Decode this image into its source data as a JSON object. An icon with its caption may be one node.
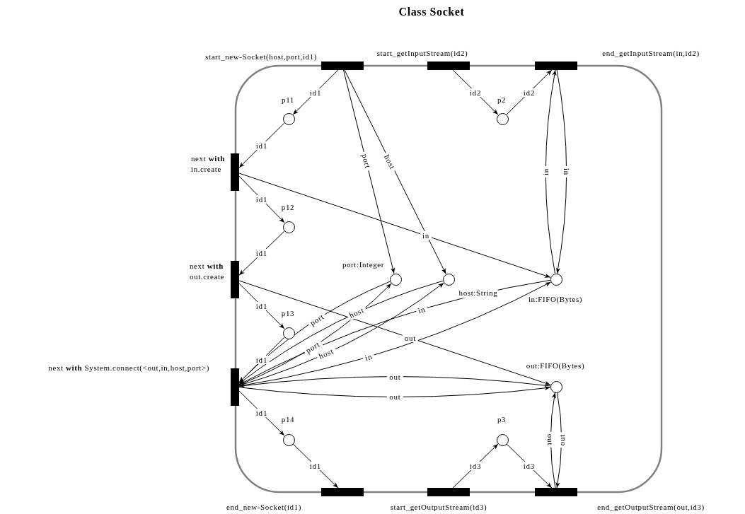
{
  "diagram": {
    "title": "Class Socket",
    "nodes": [
      {
        "text": [],
        "shape": "bar",
        "beside": [
          "start_new-Socket(host,port,id1)"
        ]
      },
      {
        "text": [],
        "shape": "bar",
        "beside": [
          "start_getInputStream(id2)"
        ]
      },
      {
        "text": [],
        "shape": "bar",
        "beside": [
          "end_getInputStream(in,id2)"
        ]
      },
      {
        "text": [],
        "shape": "circle",
        "beside": [
          "p11"
        ]
      },
      {
        "text": [],
        "shape": "circle",
        "beside": [
          "p2"
        ]
      },
      {
        "text": [],
        "shape": "bar",
        "beside": [
          "next **with** in.create"
        ]
      },
      {
        "text": [],
        "shape": "circle",
        "beside": [
          "p12"
        ]
      },
      {
        "text": [],
        "shape": "bar",
        "beside": [
          "next **with** out.create"
        ]
      },
      {
        "text": [],
        "shape": "circle",
        "beside": [
          "port:Integer"
        ]
      },
      {
        "text": [],
        "shape": "circle",
        "beside": [
          "host:String"
        ]
      },
      {
        "text": [],
        "shape": "circle",
        "beside": [
          "in:FIFO(Bytes)"
        ]
      },
      {
        "text": [],
        "shape": "circle",
        "beside": [
          "p13"
        ]
      },
      {
        "text": [],
        "shape": "bar",
        "beside": [
          "next **with** System.connect(<out,in,host,port>)"
        ]
      },
      {
        "text": [],
        "shape": "circle",
        "beside": [
          "out:FIFO(Bytes)"
        ]
      },
      {
        "text": [],
        "shape": "circle",
        "beside": [
          "p14"
        ]
      },
      {
        "text": [],
        "shape": "circle",
        "beside": [
          "p3"
        ]
      },
      {
        "text": [],
        "shape": "bar",
        "beside": [
          "end_new-Socket(id1)"
        ]
      },
      {
        "text": [],
        "shape": "bar",
        "beside": [
          "start_getOutputStream(id3)"
        ]
      },
      {
        "text": [],
        "shape": "bar",
        "beside": [
          "end_getOutputStream(out,id3)"
        ]
      }
    ],
    "edges": [
      {
        "from": 0,
        "to": 3,
        "arrow": "to",
        "label": "id1"
      },
      {
        "from": 3,
        "to": 5,
        "arrow": "to",
        "label": "id1"
      },
      {
        "from": 5,
        "to": 6,
        "arrow": "to",
        "label": "id1"
      },
      {
        "from": 6,
        "to": 7,
        "arrow": "to",
        "label": "id1"
      },
      {
        "from": 7,
        "to": 11,
        "arrow": "to",
        "label": "id1"
      },
      {
        "from": 11,
        "to": 12,
        "arrow": "to",
        "label": "id1"
      },
      {
        "from": 12,
        "to": 14,
        "arrow": "to",
        "label": "id1"
      },
      {
        "from": 14,
        "to": 16,
        "arrow": "to",
        "label": "id1"
      },
      {
        "from": 0,
        "to": 8,
        "arrow": "to",
        "label": "port"
      },
      {
        "from": 0,
        "to": 9,
        "arrow": "to",
        "label": "host"
      },
      {
        "from": 1,
        "to": 4,
        "arrow": "to",
        "label": "id2"
      },
      {
        "from": 4,
        "to": 2,
        "arrow": "to",
        "label": "id2"
      },
      {
        "from": 2,
        "to": 10,
        "arrow": "to",
        "label": "in"
      },
      {
        "from": 10,
        "to": 2,
        "arrow": "to",
        "label": "in"
      },
      {
        "from": 5,
        "to": 10,
        "arrow": "to",
        "label": "in"
      },
      {
        "from": 7,
        "to": 13,
        "arrow": "to",
        "label": "out"
      },
      {
        "from": 12,
        "to": 8,
        "arrow": "to",
        "label": "port"
      },
      {
        "from": 8,
        "to": 12,
        "arrow": "to",
        "label": "port"
      },
      {
        "from": 12,
        "to": 9,
        "arrow": "to",
        "label": "host"
      },
      {
        "from": 9,
        "to": 12,
        "arrow": "to",
        "label": "host"
      },
      {
        "from": 12,
        "to": 10,
        "arrow": "to",
        "label": "in"
      },
      {
        "from": 10,
        "to": 12,
        "arrow": "to",
        "label": "in"
      },
      {
        "from": 12,
        "to": 13,
        "arrow": "to",
        "label": "out"
      },
      {
        "from": 13,
        "to": 12,
        "arrow": "to",
        "label": "out"
      },
      {
        "from": 17,
        "to": 15,
        "arrow": "to",
        "label": "id3"
      },
      {
        "from": 15,
        "to": 18,
        "arrow": "to",
        "label": "id3"
      },
      {
        "from": 13,
        "to": 18,
        "arrow": "to",
        "label": "out"
      },
      {
        "from": 18,
        "to": 13,
        "arrow": "to",
        "label": "out"
      }
    ]
  }
}
